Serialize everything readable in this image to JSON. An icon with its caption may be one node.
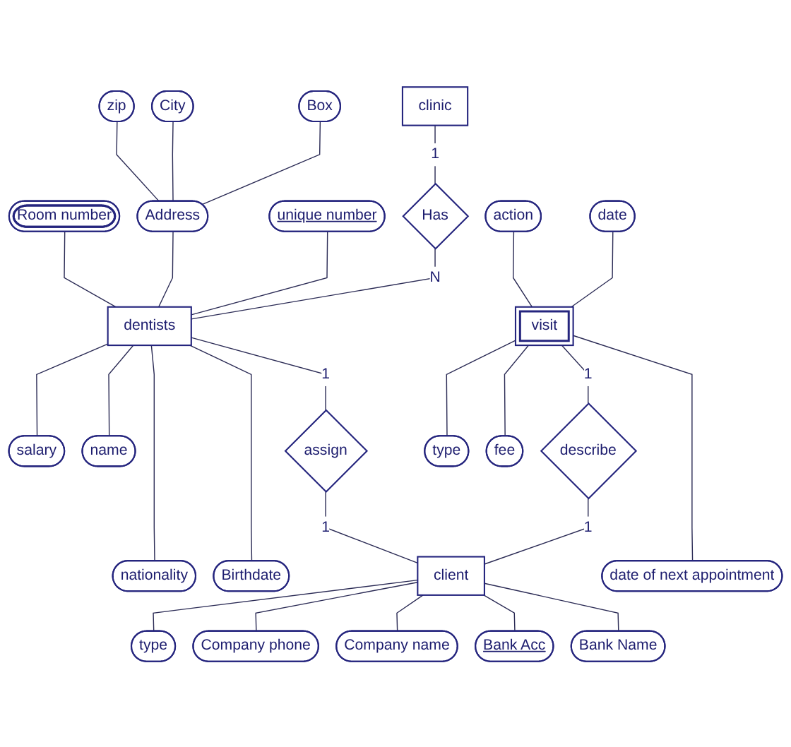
{
  "diagram": {
    "nodes": [
      {
        "text": [
          "zip"
        ]
      },
      {
        "text": [
          "City"
        ]
      },
      {
        "text": [
          "Box"
        ]
      },
      {
        "text": [
          "Room number"
        ]
      },
      {
        "text": [
          "salary"
        ]
      },
      {
        "text": [
          "Address"
        ]
      },
      {
        "text": [
          "unique number"
        ]
      },
      {
        "text": [
          "name"
        ]
      },
      {
        "text": [
          "clinic"
        ]
      },
      {
        "text": [
          "Has"
        ]
      },
      {
        "text": [
          "dentists"
        ]
      },
      {
        "text": [
          "nationality"
        ]
      },
      {
        "text": [
          "action"
        ]
      },
      {
        "text": [
          "date"
        ]
      },
      {
        "text": [
          "type"
        ]
      },
      {
        "text": [
          "Birthdate"
        ]
      },
      {
        "text": [
          "visit"
        ]
      },
      {
        "text": [
          "assign"
        ]
      },
      {
        "text": [
          "fee"
        ]
      },
      {
        "text": [
          "describe"
        ]
      },
      {
        "text": [
          "client"
        ]
      },
      {
        "text": [
          "type"
        ]
      },
      {
        "text": [
          "date of next appointment"
        ]
      },
      {
        "text": [
          "Company phone"
        ]
      },
      {
        "text": [
          "Company name"
        ]
      },
      {
        "text": [
          "Bank Acc"
        ]
      },
      {
        "text": [
          "Bank Name"
        ]
      }
    ],
    "edges": [
      {
        "from": 0,
        "to": 5,
        "arrow": "none"
      },
      {
        "from": 1,
        "to": 5,
        "arrow": "none"
      },
      {
        "from": 2,
        "to": 5,
        "arrow": "none"
      },
      {
        "from": 3,
        "to": 10,
        "arrow": "none"
      },
      {
        "from": 10,
        "to": 4,
        "arrow": "none"
      },
      {
        "from": 5,
        "to": 10,
        "arrow": "none"
      },
      {
        "from": 6,
        "to": 10,
        "arrow": "none"
      },
      {
        "from": 10,
        "to": 7,
        "arrow": "none"
      },
      {
        "from": 8,
        "to": 9,
        "arrow": "none",
        "label": "1"
      },
      {
        "from": 9,
        "to": 10,
        "arrow": "none",
        "label": "N"
      },
      {
        "from": 10,
        "to": 11,
        "arrow": "none"
      },
      {
        "from": 12,
        "to": 16,
        "arrow": "none"
      },
      {
        "from": 13,
        "to": 16,
        "arrow": "none"
      },
      {
        "from": 16,
        "to": 14,
        "arrow": "none"
      },
      {
        "from": 10,
        "to": 15,
        "arrow": "none"
      },
      {
        "from": 10,
        "to": 17,
        "arrow": "none",
        "label": "1"
      },
      {
        "from": 16,
        "to": 18,
        "arrow": "none"
      },
      {
        "from": 17,
        "to": 20,
        "arrow": "none",
        "label": "1"
      },
      {
        "from": 16,
        "to": 19,
        "arrow": "none",
        "label": "1"
      },
      {
        "from": 19,
        "to": 20,
        "arrow": "none",
        "label": "1"
      },
      {
        "from": 20,
        "to": 21,
        "arrow": "none"
      },
      {
        "from": 16,
        "to": 22,
        "arrow": "none"
      },
      {
        "from": 20,
        "to": 23,
        "arrow": "none"
      },
      {
        "from": 20,
        "to": 24,
        "arrow": "none"
      },
      {
        "from": 20,
        "to": 25,
        "arrow": "none"
      },
      {
        "from": 20,
        "to": 26,
        "arrow": "none"
      }
    ]
  }
}
